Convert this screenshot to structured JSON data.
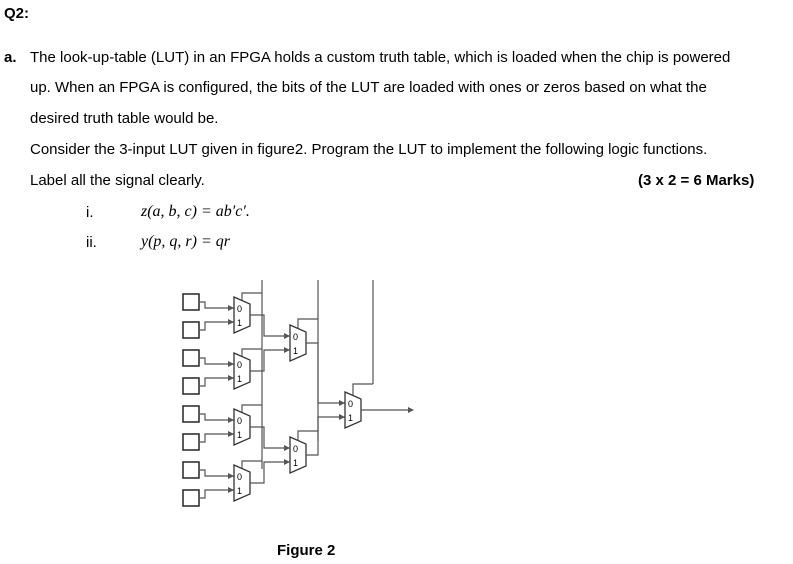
{
  "question_label": "Q2:",
  "part_label": "a.",
  "paragraph_lines": [
    "The look-up-table (LUT) in an FPGA holds a custom truth table, which is loaded when the chip is powered",
    "up. When an FPGA is configured, the bits of the LUT are loaded with ones or zeros based on what the",
    "desired truth table would be."
  ],
  "instruction_lines": [
    "Consider the 3-input LUT given in figure2.  Program the LUT to implement the following logic functions.",
    "Label all the signal clearly."
  ],
  "marks": "(3 x 2 = 6 Marks)",
  "items": [
    {
      "numeral": "i.",
      "expression": "z(a, b, c)  =  ab′c′."
    },
    {
      "numeral": "ii.",
      "expression": "y(p, q, r)  =  qr"
    }
  ],
  "mux_input_labels": [
    "0",
    "1"
  ],
  "figure_caption": "Figure 2"
}
